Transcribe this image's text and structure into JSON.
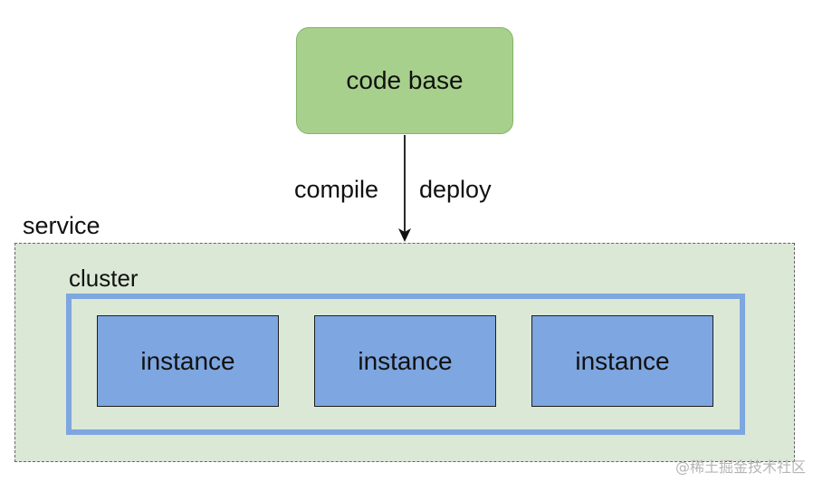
{
  "diagram": {
    "code_base": "code base",
    "edge_label_left": "compile",
    "edge_label_right": "deploy",
    "service_label": "service",
    "cluster_label": "cluster",
    "instances": [
      "instance",
      "instance",
      "instance"
    ]
  },
  "watermark": "@稀土掘金技术社区",
  "colors": {
    "code_base_fill": "#a8d08d",
    "code_base_stroke": "#82b366",
    "service_fill": "#dbe8d5",
    "cluster_stroke": "#7ea6e0",
    "instance_fill": "#7ea6e0"
  }
}
